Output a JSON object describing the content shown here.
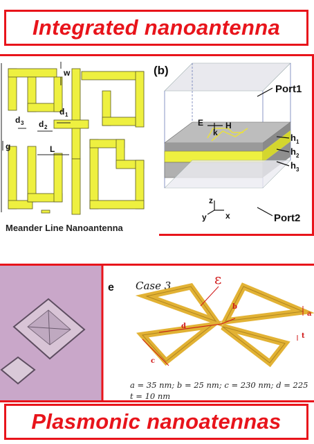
{
  "banner_top": {
    "title": "Integrated nanoantenna"
  },
  "banner_bottom": {
    "title": "Plasmonic nanoatennas"
  },
  "panel_a": {
    "caption": "Meander Line Nanoantenna",
    "dims": {
      "w": "w",
      "d1": "d",
      "d1_sub": "1",
      "d2": "d",
      "d2_sub": "2",
      "d3": "d",
      "d3_sub": "3",
      "g": "g",
      "L": "L"
    }
  },
  "panel_b": {
    "label": "(b)",
    "port1": "Port1",
    "port2": "Port2",
    "E": "E",
    "H": "H",
    "k": "k",
    "h1": "h",
    "h1_sub": "1",
    "h2": "h",
    "h2_sub": "2",
    "h3": "h",
    "h3_sub": "3",
    "axis_z": "z",
    "axis_y": "y",
    "axis_x": "x"
  },
  "panel_e": {
    "label": "e",
    "case": "Case 3",
    "epsilon": "ε",
    "labels": {
      "a": "a",
      "b": "b",
      "c": "c",
      "d": "d",
      "t": "t"
    },
    "params_line1": "a = 35 nm; b = 25 nm; c = 230 nm; d = 225",
    "params_line2": "t = 10 nm"
  },
  "colors": {
    "accent_red": "#e8141b",
    "meander_yellow": "#eef040",
    "plasmonic_gold": "#e2b234",
    "micrograph_bg": "#c9a7c9"
  }
}
